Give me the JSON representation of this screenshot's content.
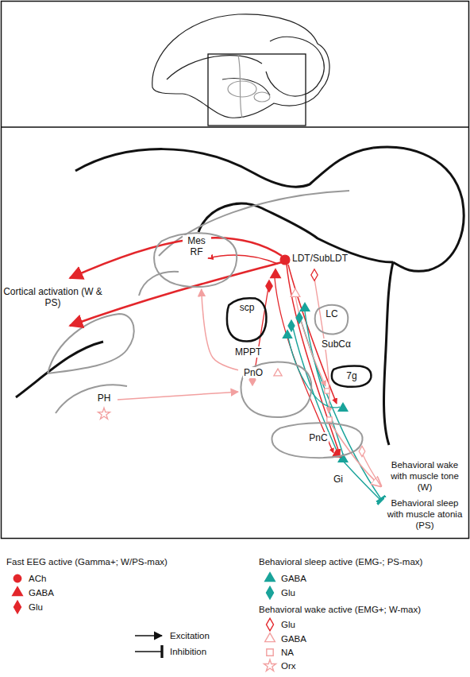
{
  "diagram": {
    "nodes": [
      {
        "text": [
          "Mes RF"
        ]
      },
      {
        "text": [
          "scp"
        ]
      },
      {
        "text": [
          "LC"
        ]
      },
      {
        "text": [
          "7g"
        ]
      },
      {
        "text": [
          "PnO"
        ]
      },
      {
        "text": [
          "PnC"
        ]
      },
      {
        "text": [
          "PH"
        ]
      }
    ],
    "edges": [
      {
        "from": 4,
        "to": 0,
        "arrow": "to"
      },
      {
        "from": 6,
        "to": 4,
        "arrow": "to"
      }
    ],
    "labels": [
      "Cortical activation (W & PS)",
      "MPPT",
      "LDT/SubLDT",
      "SubCα",
      "Gi",
      "Behavioral wake with muscle tone (W)",
      "Behavioral sleep with muscle atonia (PS)",
      "Fast EEG active (Gamma+; W/PS-max)",
      "Behavioral sleep active (EMG-; PS-max)",
      "Behavioral wake active (EMG+; W-max)"
    ],
    "legend": [
      {
        "text": "ACh"
      },
      {
        "text": "GABA"
      },
      {
        "text": "Glu"
      },
      {
        "text": "GABA"
      },
      {
        "text": "Glu"
      },
      {
        "text": "Glu"
      },
      {
        "text": "GABA"
      },
      {
        "text": "NA"
      },
      {
        "text": "Orx"
      },
      {
        "text": "Excitation"
      },
      {
        "text": "Inhibition"
      }
    ]
  }
}
